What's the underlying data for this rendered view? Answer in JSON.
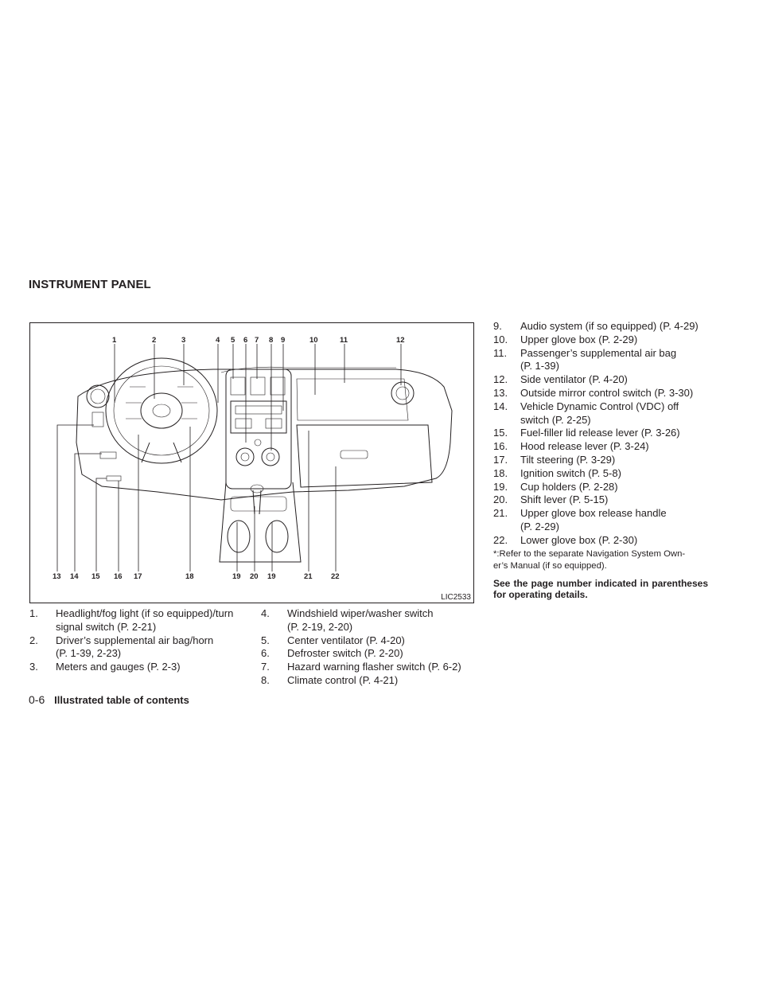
{
  "section_title": "INSTRUMENT PANEL",
  "figure": {
    "code": "LIC2533",
    "top_callouts": [
      "1",
      "2",
      "3",
      "4",
      "5",
      "6",
      "7",
      "8",
      "9",
      "10",
      "11",
      "12"
    ],
    "bottom_callouts": [
      "13",
      "14",
      "15",
      "16",
      "17",
      "18",
      "19",
      "20",
      "19",
      "21",
      "22"
    ]
  },
  "items_col1": [
    {
      "num": "1.",
      "text": "Headlight/fog light (if so equipped)/turn",
      "text2": "signal switch (P. 2-21)"
    },
    {
      "num": "2.",
      "text": "Driver’s supplemental air bag/horn",
      "text2": "(P. 1-39, 2-23)"
    },
    {
      "num": "3.",
      "text": "Meters and gauges (P. 2-3)",
      "text2": ""
    }
  ],
  "items_col2": [
    {
      "num": "4.",
      "text": "Windshield wiper/washer switch",
      "text2": "(P. 2-19, 2-20)"
    },
    {
      "num": "5.",
      "text": "Center ventilator (P. 4-20)",
      "text2": ""
    },
    {
      "num": "6.",
      "text": "Defroster switch (P. 2-20)",
      "text2": ""
    },
    {
      "num": "7.",
      "text": "Hazard warning flasher switch (P. 6-2)",
      "text2": ""
    },
    {
      "num": "8.",
      "text": "Climate control (P. 4-21)",
      "text2": ""
    }
  ],
  "items_col3": [
    {
      "num": "9.",
      "text": "Audio system (if so equipped) (P. 4-29)",
      "text2": ""
    },
    {
      "num": "10.",
      "text": "Upper glove box (P. 2-29)",
      "text2": ""
    },
    {
      "num": "11.",
      "text": "Passenger’s supplemental air bag",
      "text2": "(P. 1-39)"
    },
    {
      "num": "12.",
      "text": "Side ventilator (P. 4-20)",
      "text2": ""
    },
    {
      "num": "13.",
      "text": "Outside mirror control switch (P. 3-30)",
      "text2": ""
    },
    {
      "num": "14.",
      "text": "Vehicle Dynamic Control (VDC) off",
      "text2": "switch (P. 2-25)"
    },
    {
      "num": "15.",
      "text": "Fuel-filler lid release lever (P. 3-26)",
      "text2": ""
    },
    {
      "num": "16.",
      "text": "Hood release lever (P. 3-24)",
      "text2": ""
    },
    {
      "num": "17.",
      "text": "Tilt steering (P. 3-29)",
      "text2": ""
    },
    {
      "num": "18.",
      "text": "Ignition switch (P. 5-8)",
      "text2": ""
    },
    {
      "num": "19.",
      "text": "Cup holders (P. 2-28)",
      "text2": ""
    },
    {
      "num": "20.",
      "text": "Shift lever (P. 5-15)",
      "text2": ""
    },
    {
      "num": "21.",
      "text": "Upper glove box release handle",
      "text2": "(P. 2-29)"
    },
    {
      "num": "22.",
      "text": "Lower glove box (P. 2-30)",
      "text2": ""
    }
  ],
  "note_line1": "*:Refer to the separate Navigation System Own-",
  "note_line2": "er’s Manual (if so equipped).",
  "bold_note": "See the page number indicated in parentheses for operating details.",
  "footer": {
    "page": "0-6",
    "title": "Illustrated table of contents"
  }
}
